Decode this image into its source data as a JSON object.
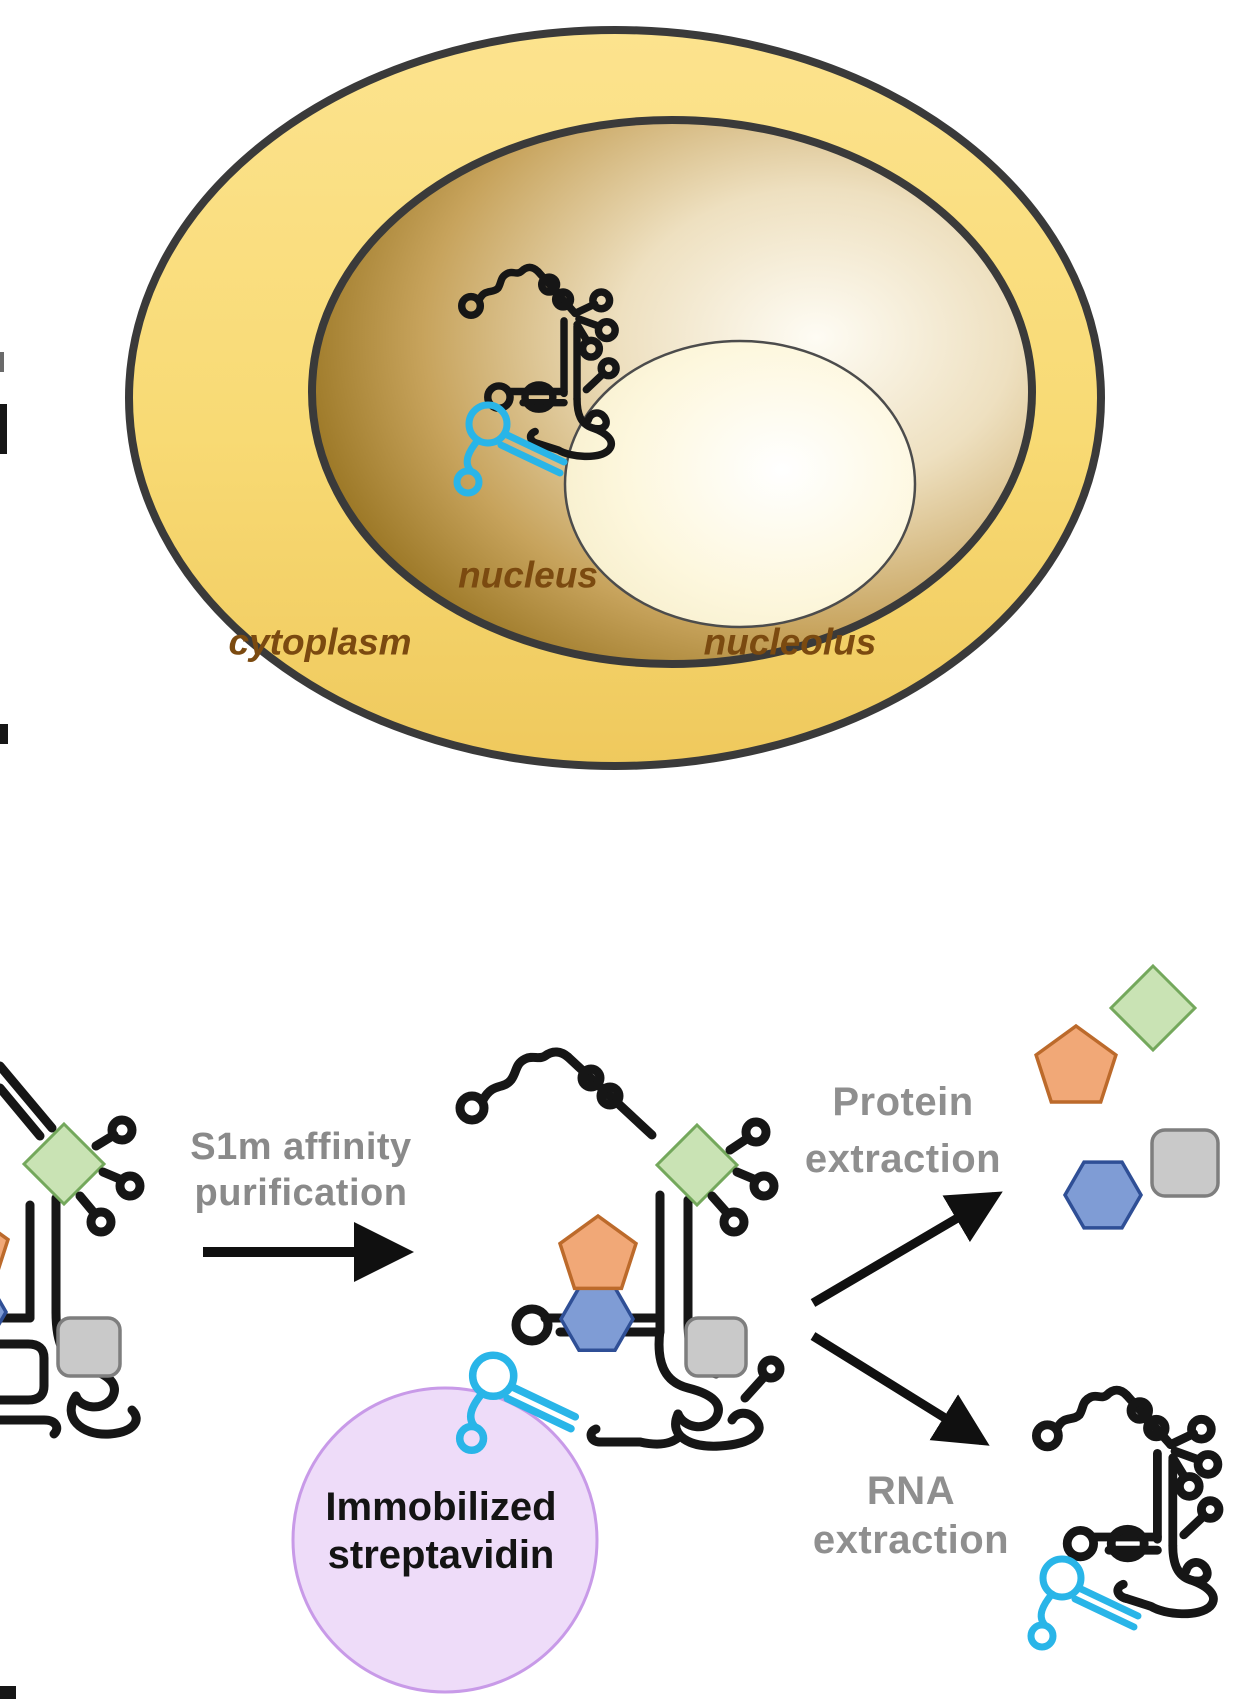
{
  "figure": {
    "cell_panel": {
      "labels": {
        "cytoplasm": "cytoplasm",
        "nucleus": "nucleus",
        "nucleolus": "nucleolus"
      }
    },
    "workflow_panel": {
      "purification_label": {
        "line1": "S1m affinity",
        "line2": "purification"
      },
      "protein_branch_label": {
        "line1": "Protein",
        "line2": "extraction"
      },
      "rna_branch_label": {
        "line1": "RNA",
        "line2": "extraction"
      },
      "streptavidin_label": {
        "line1": "Immobilized",
        "line2": "streptavidin"
      }
    },
    "colors": {
      "cytoplasm_yellow": "#f8da74",
      "nucleus_brown": "#8e6a15",
      "nucleolus_cream": "#f5ecc8",
      "cell_label_brown": "#7b4a10",
      "workflow_label_gray": "#8f8f8f",
      "s1m_tag_cyan": "#29b5e8",
      "streptavidin_circle_fill": "#eedcf9",
      "streptavidin_circle_border": "#c89ae8",
      "protein_diamond_green": "#c9e3b4",
      "protein_pentagon_orange": "#f1a877",
      "protein_hexagon_blue": "#7f9cd5",
      "protein_square_gray": "#c9c9c9",
      "rna_line_black": "#161616"
    }
  }
}
